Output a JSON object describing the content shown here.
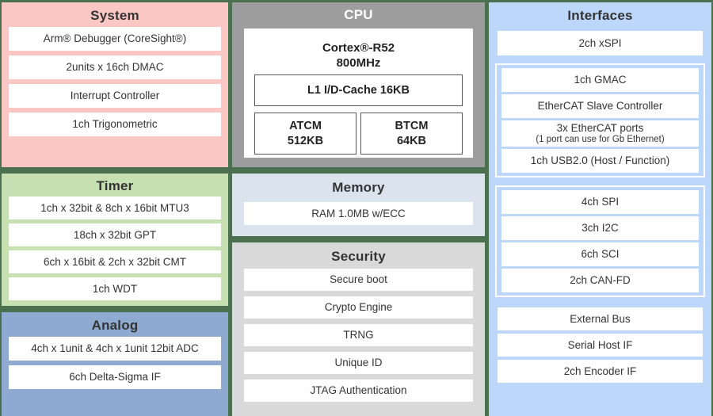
{
  "diagram": {
    "separator_color": "#4a7050",
    "blocks": {
      "system": {
        "title": "System",
        "color": "#fac7c5",
        "items": [
          "Arm® Debugger (CoreSight®)",
          "2units x 16ch DMAC",
          "Interrupt Controller",
          "1ch Trigonometric"
        ]
      },
      "timer": {
        "title": "Timer",
        "color": "#c6e0b1",
        "items": [
          "1ch x 32bit & 8ch x 16bit MTU3",
          "18ch x 32bit GPT",
          "6ch x 16bit & 2ch x 32bit CMT",
          "1ch WDT"
        ]
      },
      "analog": {
        "title": "Analog",
        "color": "#8faad0",
        "items": [
          "4ch x 1unit & 4ch x 1unit 12bit ADC",
          "6ch Delta-Sigma IF"
        ]
      },
      "cpu": {
        "title": "CPU",
        "color": "#9e9e9e",
        "core_name": "Cortex®-R52",
        "core_clock": "800MHz",
        "cache": "L1 I/D-Cache 16KB",
        "atcm_name": "ATCM",
        "atcm_size": "512KB",
        "btcm_name": "BTCM",
        "btcm_size": "64KB"
      },
      "memory": {
        "title": "Memory",
        "color": "#dbe3ee",
        "items": [
          "RAM 1.0MB w/ECC"
        ]
      },
      "security": {
        "title": "Security",
        "color": "#d9d9d9",
        "items": [
          "Secure boot",
          "Crypto Engine",
          "TRNG",
          "Unique ID",
          "JTAG Authentication"
        ]
      },
      "interfaces": {
        "title": "Interfaces",
        "color": "#bcd7fa",
        "top_items": [
          "2ch xSPI"
        ],
        "group_network": [
          {
            "label": "1ch GMAC",
            "sub": ""
          },
          {
            "label": "EtherCAT Slave Controller",
            "sub": ""
          },
          {
            "label": "3x EtherCAT ports",
            "sub": "(1 port can use for Gb Ethernet)"
          },
          {
            "label": "1ch USB2.0 (Host / Function)",
            "sub": ""
          }
        ],
        "group_serial": [
          {
            "label": "4ch SPI",
            "sub": ""
          },
          {
            "label": "3ch I2C",
            "sub": ""
          },
          {
            "label": "6ch SCI",
            "sub": ""
          },
          {
            "label": "2ch CAN-FD",
            "sub": ""
          }
        ],
        "bottom_items": [
          "External Bus",
          "Serial Host IF",
          "2ch Encoder IF"
        ]
      }
    }
  }
}
